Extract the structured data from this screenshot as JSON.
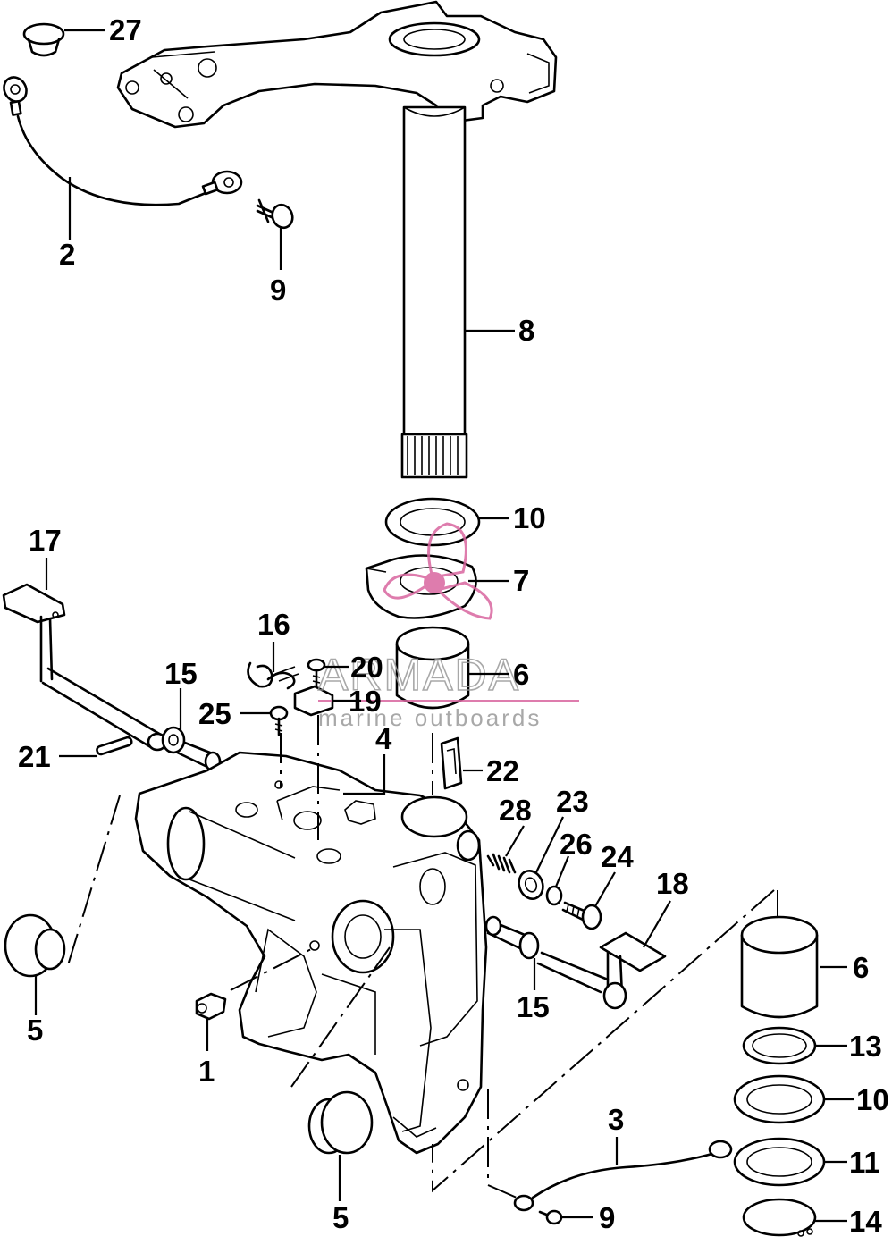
{
  "watermark": {
    "brand": "ARMADA",
    "tagline": "marine outboards",
    "accent_color": "#d9669f",
    "text_color": "#9a9a9a"
  },
  "callouts": [
    {
      "id": "c27a",
      "label": "27"
    },
    {
      "id": "c2",
      "label": "2"
    },
    {
      "id": "c9a",
      "label": "9"
    },
    {
      "id": "c8",
      "label": "8"
    },
    {
      "id": "c10a",
      "label": "10"
    },
    {
      "id": "c7",
      "label": "7"
    },
    {
      "id": "c17",
      "label": "17"
    },
    {
      "id": "c16",
      "label": "16"
    },
    {
      "id": "c15a",
      "label": "15"
    },
    {
      "id": "c20",
      "label": "20"
    },
    {
      "id": "c6a",
      "label": "6"
    },
    {
      "id": "c25",
      "label": "25"
    },
    {
      "id": "c19",
      "label": "19"
    },
    {
      "id": "c4",
      "label": "4"
    },
    {
      "id": "c21",
      "label": "21"
    },
    {
      "id": "c22",
      "label": "22"
    },
    {
      "id": "c28",
      "label": "28"
    },
    {
      "id": "c23",
      "label": "23"
    },
    {
      "id": "c26",
      "label": "26"
    },
    {
      "id": "c24",
      "label": "24"
    },
    {
      "id": "c18",
      "label": "18"
    },
    {
      "id": "c5a",
      "label": "5"
    },
    {
      "id": "c6b",
      "label": "6"
    },
    {
      "id": "c15b",
      "label": "15"
    },
    {
      "id": "c1",
      "label": "1"
    },
    {
      "id": "c13",
      "label": "13"
    },
    {
      "id": "c10b",
      "label": "10"
    },
    {
      "id": "c3",
      "label": "3"
    },
    {
      "id": "c11",
      "label": "11"
    },
    {
      "id": "c5b",
      "label": "5"
    },
    {
      "id": "c9b",
      "label": "9"
    },
    {
      "id": "c14",
      "label": "14"
    }
  ]
}
